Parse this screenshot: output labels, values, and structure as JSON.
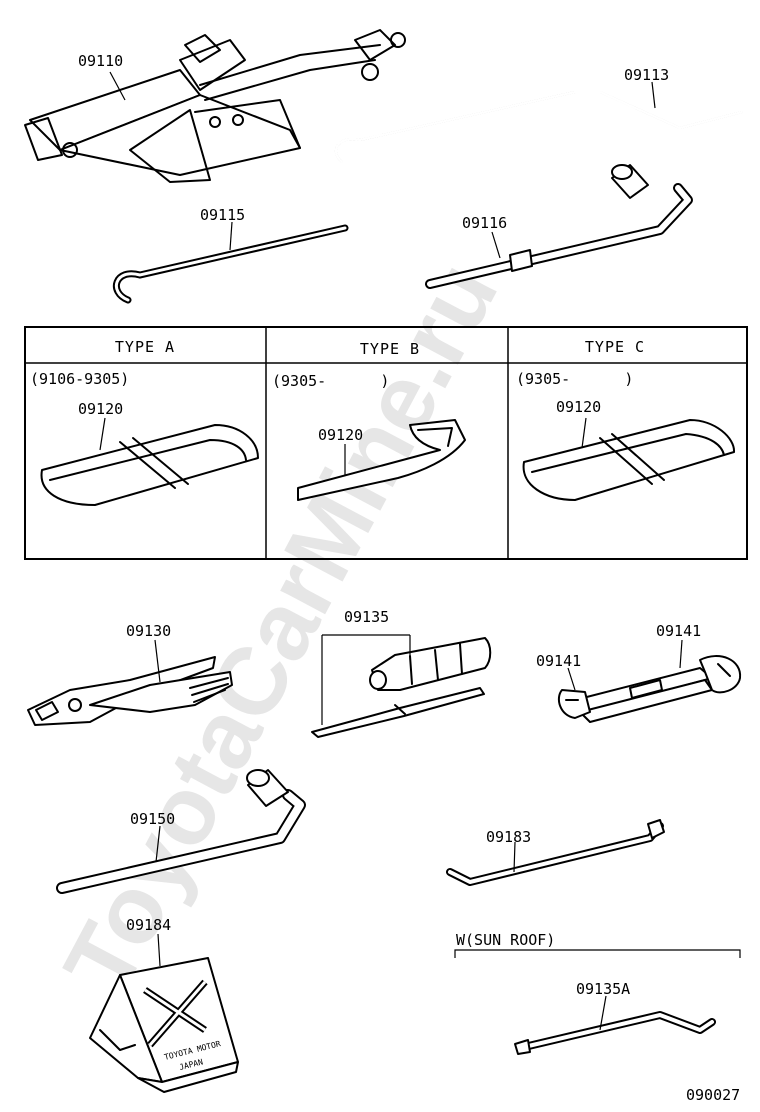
{
  "watermark": "ToyotaCarMine.ru",
  "labels": {
    "jack": "09110",
    "jack_handle": "09113",
    "handle_rod": "09115",
    "wrench_bar": "09116",
    "type_a_bag": "09120",
    "type_b_bag": "09120",
    "type_c_bag": "09120",
    "pliers": "09130",
    "screwdriver": "09135",
    "wrench_left": "09141",
    "wrench_right": "09141",
    "lug_wrench": "09150",
    "pry_bar": "09183",
    "wheel_chock": "09184",
    "sunroof_tool": "09135A"
  },
  "table": {
    "headers": [
      "TYPE A",
      "TYPE B",
      "TYPE C"
    ],
    "ranges": [
      "(9106-9305)",
      "(9305-      )",
      "(9305-      )"
    ]
  },
  "sunroof_group": "W(SUN ROOF)",
  "chock_text_1": "TOYOTA MOTOR",
  "chock_text_2": "JAPAN",
  "diagram_id": "090027"
}
